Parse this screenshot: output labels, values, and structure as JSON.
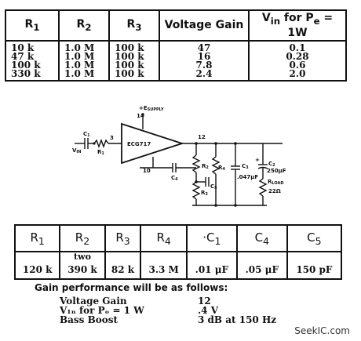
{
  "table1": {
    "headers": [
      {
        "base": "R",
        "sub": "1"
      },
      {
        "base": "R",
        "sub": "2"
      },
      {
        "base": "R",
        "sub": "3"
      },
      {
        "base": "Voltage Gain",
        "sub": ""
      },
      {
        "base": "V",
        "sub": "in",
        "after": " for P",
        "sub2": "e",
        "tail": " = 1W"
      }
    ],
    "columns": [
      [
        "10 k",
        "47 k",
        "100 k",
        "330 k"
      ],
      [
        "1.0 M",
        "1.0 M",
        "1.0 M",
        "1.0 M"
      ],
      [
        "100 k",
        "100 k",
        "100 k",
        "100 k"
      ],
      [
        "47",
        "16",
        "7.8",
        "2.4"
      ],
      [
        "0.1",
        "0.28",
        "0.6",
        "2.0"
      ]
    ]
  },
  "schematic": {
    "supply_label": "+E",
    "supply_sub": "SUPPLY",
    "pin14": "14",
    "chip": "ECG717",
    "pin3": "3",
    "pin12": "12",
    "pin10": "10",
    "vin": "V",
    "vin_sub": "IN",
    "c1": "C",
    "c1_sub": "1",
    "r1": "R",
    "r1_sub": "1",
    "c4": "C",
    "c4_sub": "4",
    "r2": "R",
    "r2_sub": "2",
    "r3": "R",
    "r3_sub": "3",
    "r4": "R",
    "r4_sub": "4",
    "c5": "C",
    "c5_sub": "5",
    "c3": "C",
    "c3_sub": "3",
    "c3_val": ".047μF",
    "c2": "C",
    "c2_sub": "2",
    "c2_val": "250μF",
    "rload": "R",
    "rload_sub": "LOAD",
    "rload_val": "22Ω",
    "plus": "+"
  },
  "table2": {
    "headers": [
      {
        "base": "R",
        "sub": "1"
      },
      {
        "base": "R",
        "sub": "2"
      },
      {
        "base": "R",
        "sub": "3"
      },
      {
        "base": "R",
        "sub": "4"
      },
      {
        "base": "·C",
        "sub": "1"
      },
      {
        "base": "C",
        "sub": "4"
      },
      {
        "base": "C",
        "sub": "5"
      }
    ],
    "values": [
      "120 k",
      "390 k",
      "82 k",
      "3.3 M",
      ".01 μF",
      ".05 μF",
      "150 pF"
    ],
    "r2_note": "two"
  },
  "performance": {
    "heading": "Gain performance will be as follows:",
    "rows": [
      {
        "label": "Voltage Gain",
        "value": "12"
      },
      {
        "label": "V₁ₙ for Pₒ = 1 W",
        "value": ".4 V"
      },
      {
        "label": "Bass Boost",
        "value": "3 dB at 150 Hz"
      }
    ]
  },
  "watermark": "SeekIC.com"
}
